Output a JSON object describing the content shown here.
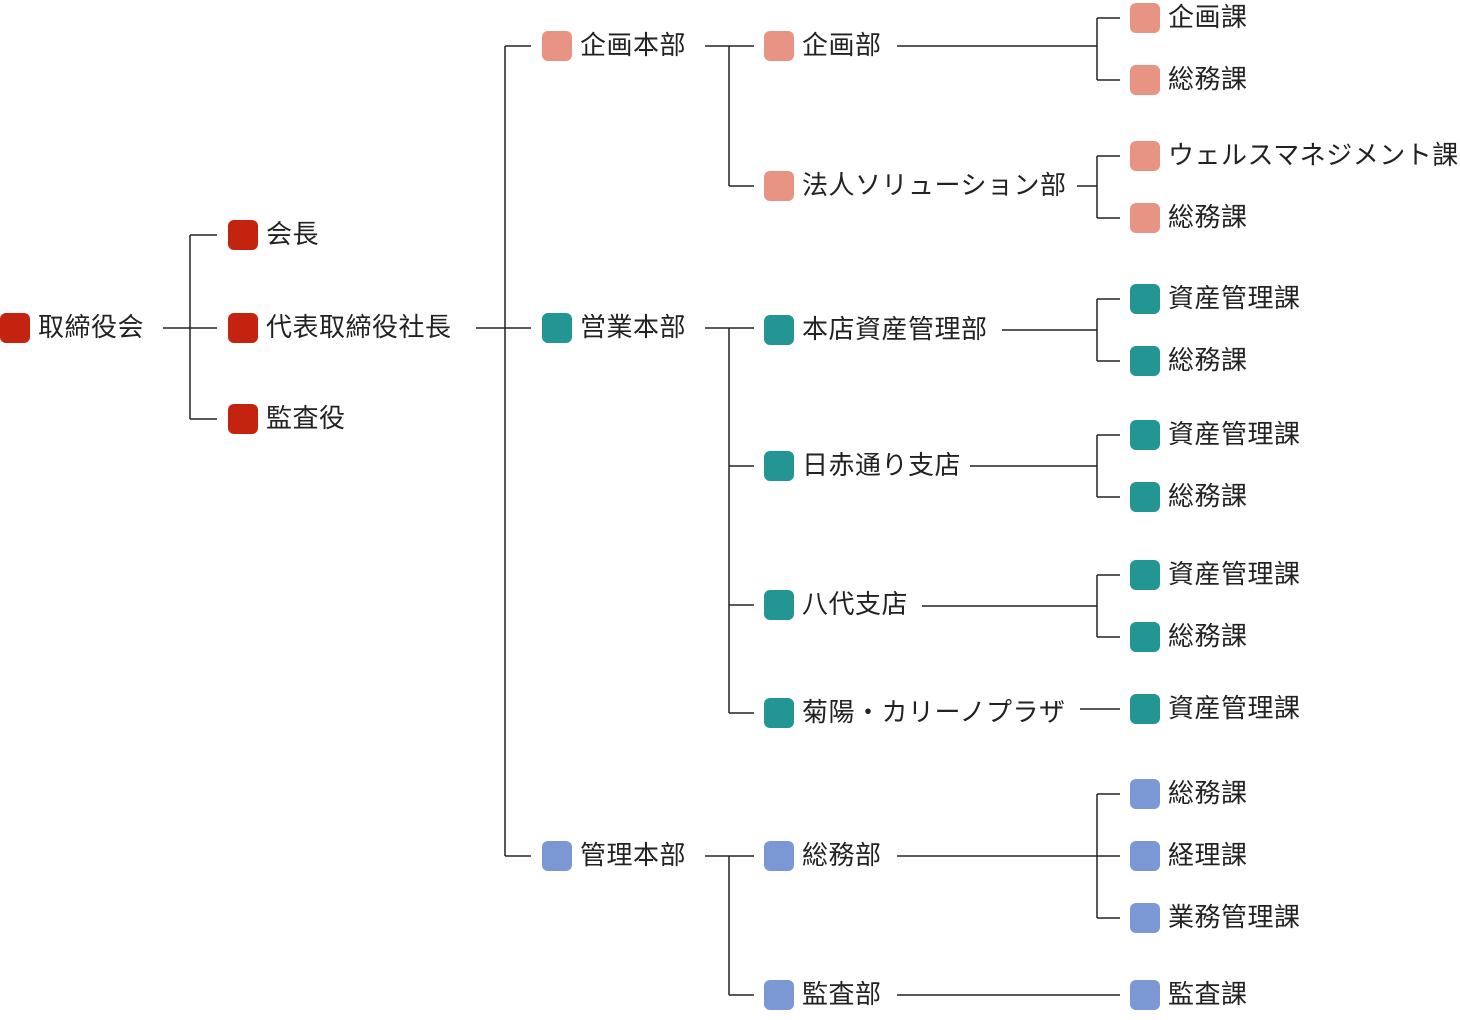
{
  "colors": {
    "executive": "#C42310",
    "planning": "#E89484",
    "sales": "#239694",
    "admin": "#7B97D4",
    "line": "#222222"
  },
  "nodes": {
    "board": {
      "label": "取締役会",
      "group": "executive"
    },
    "chairman": {
      "label": "会長",
      "group": "executive"
    },
    "president": {
      "label": "代表取締役社長",
      "group": "executive"
    },
    "auditor": {
      "label": "監査役",
      "group": "executive"
    },
    "planning_hq": {
      "label": "企画本部",
      "group": "planning"
    },
    "planning_dept": {
      "label": "企画部",
      "group": "planning"
    },
    "planning_dept_planning_section": {
      "label": "企画課",
      "group": "planning"
    },
    "planning_dept_general_section": {
      "label": "総務課",
      "group": "planning"
    },
    "corporate_solutions_dept": {
      "label": "法人ソリューション部",
      "group": "planning"
    },
    "wealth_management_section": {
      "label": "ウェルスマネジメント課",
      "group": "planning"
    },
    "corporate_solutions_general_section": {
      "label": "総務課",
      "group": "planning"
    },
    "sales_hq": {
      "label": "営業本部",
      "group": "sales"
    },
    "head_office_dept": {
      "label": "本店資産管理部",
      "group": "sales"
    },
    "head_office_asset_section": {
      "label": "資産管理課",
      "group": "sales"
    },
    "head_office_general_section": {
      "label": "総務課",
      "group": "sales"
    },
    "nisseki_branch": {
      "label": "日赤通り支店",
      "group": "sales"
    },
    "nisseki_asset_section": {
      "label": "資産管理課",
      "group": "sales"
    },
    "nisseki_general_section": {
      "label": "総務課",
      "group": "sales"
    },
    "yatsushiro_branch": {
      "label": "八代支店",
      "group": "sales"
    },
    "yatsushiro_asset_section": {
      "label": "資産管理課",
      "group": "sales"
    },
    "yatsushiro_general_section": {
      "label": "総務課",
      "group": "sales"
    },
    "kikuyo_plaza": {
      "label": "菊陽・カリーノプラザ",
      "group": "sales"
    },
    "kikuyo_asset_section": {
      "label": "資産管理課",
      "group": "sales"
    },
    "admin_hq": {
      "label": "管理本部",
      "group": "admin"
    },
    "general_affairs_dept": {
      "label": "総務部",
      "group": "admin"
    },
    "general_affairs_section": {
      "label": "総務課",
      "group": "admin"
    },
    "accounting_section": {
      "label": "経理課",
      "group": "admin"
    },
    "business_management_section": {
      "label": "業務管理課",
      "group": "admin"
    },
    "audit_dept": {
      "label": "監査部",
      "group": "admin"
    },
    "audit_section": {
      "label": "監査課",
      "group": "admin"
    }
  }
}
